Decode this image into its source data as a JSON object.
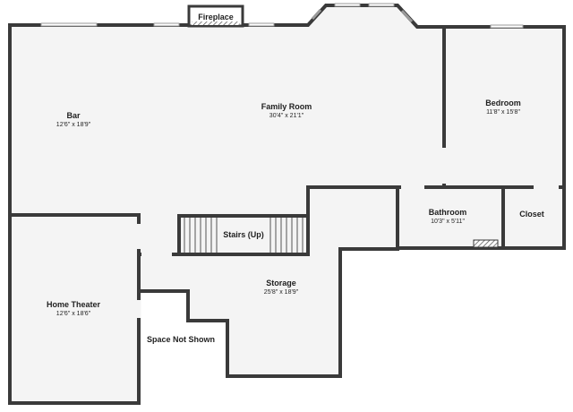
{
  "rooms": {
    "bar": {
      "name": "Bar",
      "dims": "12'6\" x 18'9\""
    },
    "family_room": {
      "name": "Family Room",
      "dims": "30'4\" x 21'1\""
    },
    "bedroom": {
      "name": "Bedroom",
      "dims": "11'8\" x 15'8\""
    },
    "home_theater": {
      "name": "Home Theater",
      "dims": "12'6\" x 18'6\""
    },
    "storage": {
      "name": "Storage",
      "dims": "25'8\" x 18'9\""
    },
    "bathroom": {
      "name": "Bathroom",
      "dims": "10'3\" x 5'11\""
    },
    "closet": {
      "name": "Closet"
    },
    "stairs": {
      "name": "Stairs (Up)"
    },
    "fireplace": {
      "name": "Fireplace"
    },
    "space_not_shown": {
      "name": "Space Not Shown"
    }
  }
}
